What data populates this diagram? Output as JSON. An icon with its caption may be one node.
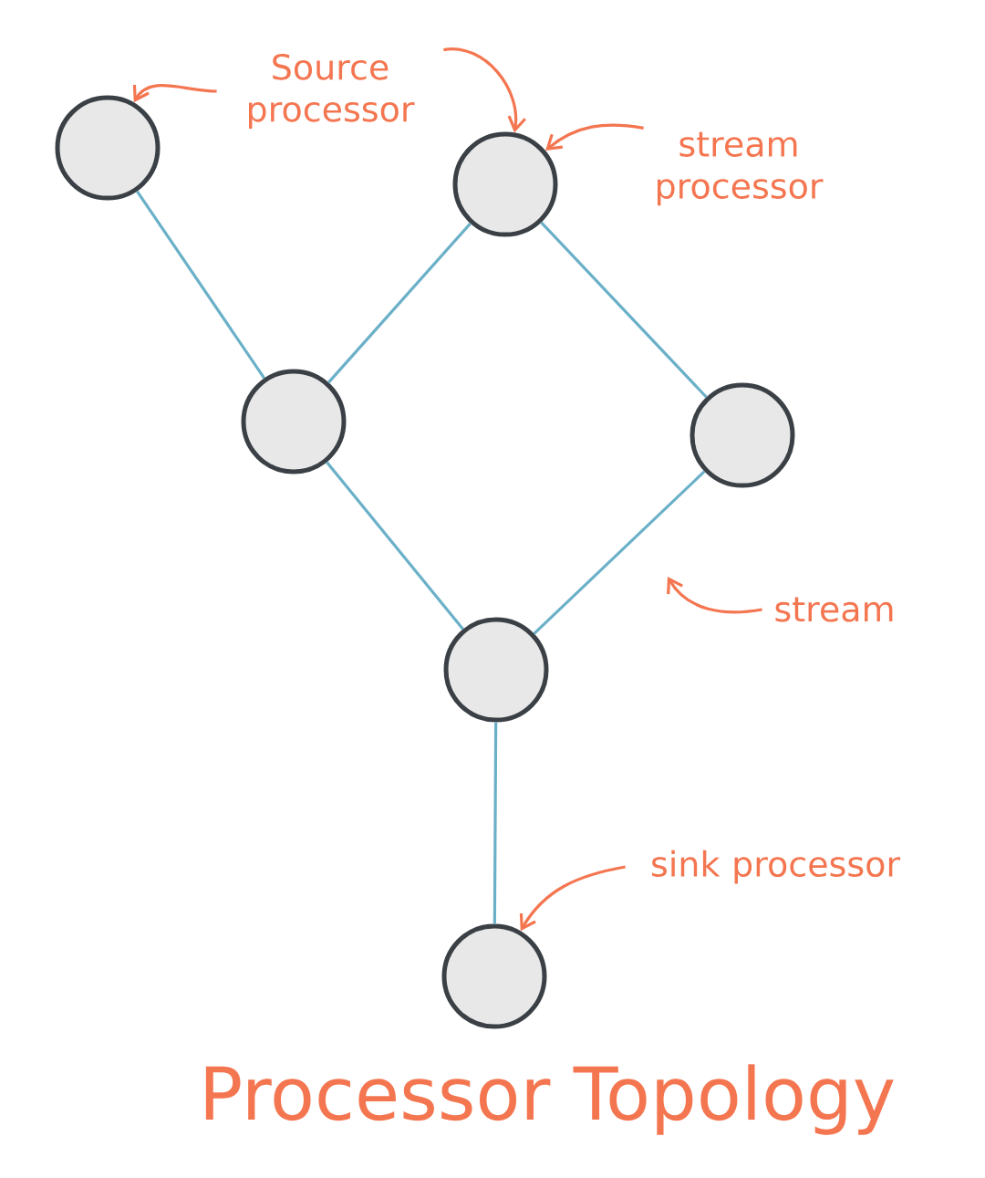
{
  "diagram": {
    "title": "Processor Topology",
    "nodes": [
      {
        "text": [],
        "shape": "circle"
      },
      {
        "text": [],
        "shape": "circle"
      },
      {
        "text": [],
        "shape": "circle"
      },
      {
        "text": [],
        "shape": "circle"
      },
      {
        "text": [],
        "shape": "circle"
      },
      {
        "text": [],
        "shape": "circle"
      },
      {
        "text": [
          "Source processor"
        ]
      },
      {
        "text": [
          "stream processor"
        ]
      },
      {
        "text": [
          "stream"
        ]
      },
      {
        "text": [
          "sink processor"
        ]
      }
    ],
    "edges": [
      {
        "from": 0,
        "to": 2,
        "arrow": "none"
      },
      {
        "from": 2,
        "to": 1,
        "arrow": "none"
      },
      {
        "from": 1,
        "to": 3,
        "arrow": "none"
      },
      {
        "from": 2,
        "to": 4,
        "arrow": "none"
      },
      {
        "from": 3,
        "to": 4,
        "arrow": "none"
      },
      {
        "from": 4,
        "to": 5,
        "arrow": "none"
      },
      {
        "from": 6,
        "to": 0,
        "arrow": "to",
        "color": "#f47650"
      },
      {
        "from": 6,
        "to": 1,
        "arrow": "to",
        "color": "#f47650"
      },
      {
        "from": 7,
        "to": 1,
        "arrow": "to",
        "color": "#f47650"
      },
      {
        "from": 8,
        "to": null,
        "arrow": "to",
        "color": "#f47650"
      },
      {
        "from": 9,
        "to": 5,
        "arrow": "to",
        "color": "#f47650"
      }
    ]
  }
}
